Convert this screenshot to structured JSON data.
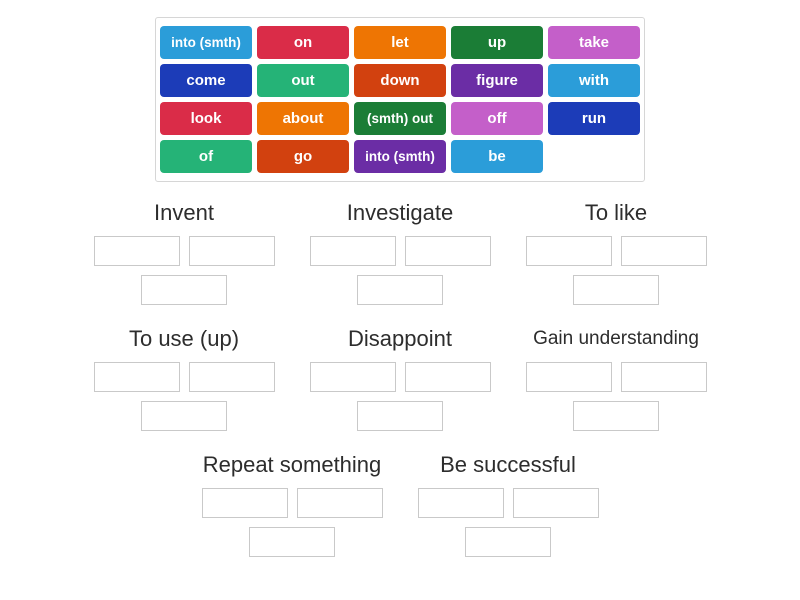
{
  "palette": {
    "light_blue": "#2B9DD9",
    "crimson": "#DA2C48",
    "orange": "#EE7503",
    "forest_green": "#1B7D36",
    "orchid": "#C45FC9",
    "royal_blue": "#1C3CB8",
    "emerald": "#25B377",
    "orange_red": "#D2410F",
    "purple": "#6B2DA5"
  },
  "tray": {
    "tiles": [
      {
        "label": "into (smth)",
        "color": "light_blue"
      },
      {
        "label": "on",
        "color": "crimson"
      },
      {
        "label": "let",
        "color": "orange"
      },
      {
        "label": "up",
        "color": "forest_green"
      },
      {
        "label": "take",
        "color": "orchid"
      },
      {
        "label": "come",
        "color": "royal_blue"
      },
      {
        "label": "out",
        "color": "emerald"
      },
      {
        "label": "down",
        "color": "orange_red"
      },
      {
        "label": "figure",
        "color": "purple"
      },
      {
        "label": "with",
        "color": "light_blue"
      },
      {
        "label": "look",
        "color": "crimson"
      },
      {
        "label": "about",
        "color": "orange"
      },
      {
        "label": "(smth) out",
        "color": "forest_green"
      },
      {
        "label": "off",
        "color": "orchid"
      },
      {
        "label": "run",
        "color": "royal_blue"
      },
      {
        "label": "of",
        "color": "emerald"
      },
      {
        "label": "go",
        "color": "orange_red"
      },
      {
        "label": "into (smth)",
        "color": "purple"
      },
      {
        "label": "be",
        "color": "light_blue"
      }
    ]
  },
  "groups": [
    {
      "title": "Invent",
      "slot_count": 3
    },
    {
      "title": "Investigate",
      "slot_count": 3
    },
    {
      "title": "To like",
      "slot_count": 3
    },
    {
      "title": "To use (up)",
      "slot_count": 3
    },
    {
      "title": "Disappoint",
      "slot_count": 3
    },
    {
      "title": "Gain understanding",
      "slot_count": 3
    },
    {
      "title": "Repeat something",
      "slot_count": 3
    },
    {
      "title": "Be successful",
      "slot_count": 3
    }
  ]
}
